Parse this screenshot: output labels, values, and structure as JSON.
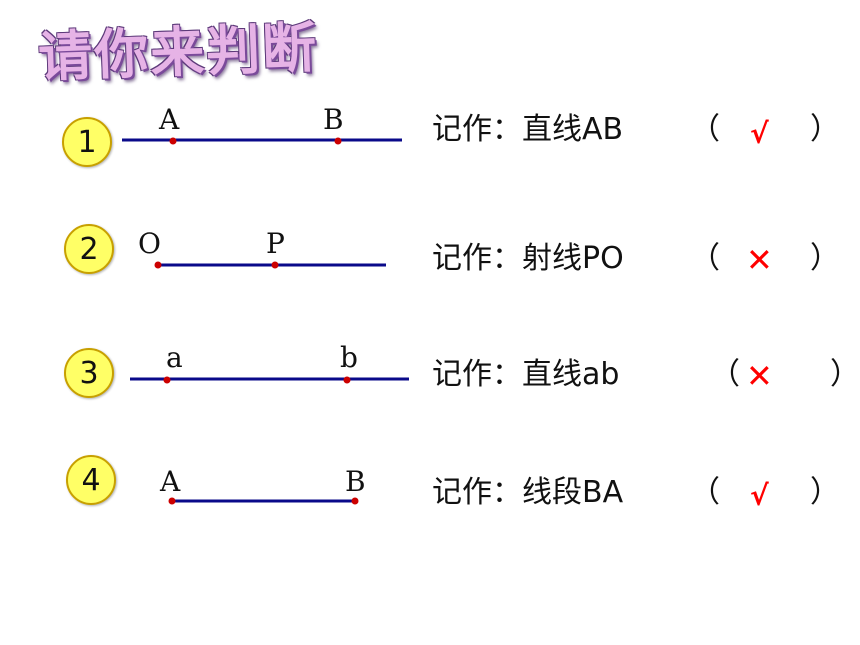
{
  "title": "请你来判断",
  "colors": {
    "line": "#0a0a8a",
    "point": "#cc0000",
    "mark": "#ff0000",
    "badge": "#ffff66"
  },
  "items": [
    {
      "number": "1",
      "labels": [
        "A",
        "B"
      ],
      "statement": "记作：直线AB",
      "open": "（",
      "answer": "√",
      "close": "）"
    },
    {
      "number": "2",
      "labels": [
        "O",
        "P"
      ],
      "statement": "记作：射线PO",
      "open": "（",
      "answer": "✕",
      "close": "）"
    },
    {
      "number": "3",
      "labels": [
        "a",
        "b"
      ],
      "statement": "记作：直线ab",
      "open": "（",
      "answer": "✕",
      "close": "）"
    },
    {
      "number": "4",
      "labels": [
        "A",
        "B"
      ],
      "statement": "记作：线段BA",
      "open": "（",
      "answer": "√",
      "close": "）"
    }
  ]
}
